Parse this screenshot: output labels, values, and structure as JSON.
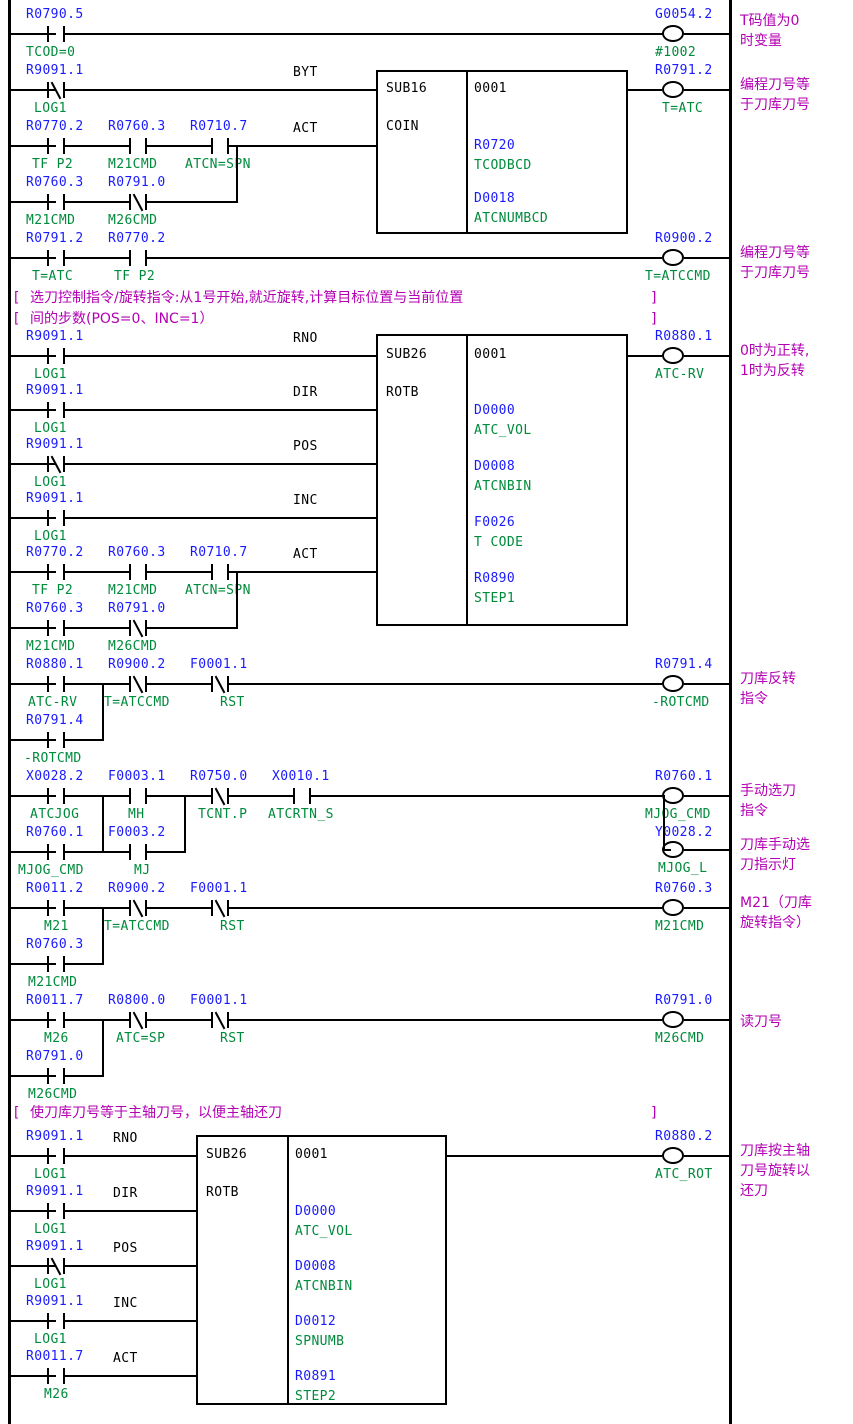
{
  "diagram": {
    "title": "FANUC PMC Ladder - ATC Tool Magazine Control",
    "colors": {
      "address": "#1a1aff",
      "symbol": "#008a3c",
      "comment": "#b300b3",
      "wire": "#000000"
    }
  },
  "inline_comments": [
    {
      "open": "[",
      "text": "选刀控制指令/旋转指令:从1号开始,就近旋转,计算目标位置与当前位置",
      "close": "]"
    },
    {
      "open": "[",
      "text": "间的步数(POS=0、INC=1）",
      "close": "]"
    },
    {
      "open": "[",
      "text": "使刀库刀号等于主轴刀号，以便主轴还刀",
      "close": "]"
    }
  ],
  "right_comments": [
    {
      "lines": [
        "T码值为0",
        "时变量"
      ]
    },
    {
      "lines": [
        "编程刀号等",
        "于刀库刀号"
      ]
    },
    {
      "lines": [
        "编程刀号等",
        "于刀库刀号"
      ]
    },
    {
      "lines": [
        "0时为正转,",
        "1时为反转"
      ]
    },
    {
      "lines": [
        "刀库反转",
        "指令"
      ]
    },
    {
      "lines": [
        "手动选刀",
        "指令"
      ]
    },
    {
      "lines": [
        "刀库手动选",
        "刀指示灯"
      ]
    },
    {
      "lines": [
        "M21（刀库",
        "旋转指令）"
      ]
    },
    {
      "lines": [
        "读刀号"
      ]
    },
    {
      "lines": [
        "刀库按主轴",
        "刀号旋转以",
        "还刀"
      ]
    }
  ],
  "contacts": [
    {
      "addr": "R0790.5",
      "sym": "TCOD=0",
      "type": "no"
    },
    {
      "addr": "R9091.1",
      "sym": "LOG1",
      "type": "nc"
    },
    {
      "addr": "R0770.2",
      "sym": "TF P2",
      "type": "no"
    },
    {
      "addr": "R0760.3",
      "sym": "M21CMD",
      "type": "no"
    },
    {
      "addr": "R0710.7",
      "sym": "ATCN=SPN",
      "type": "no"
    },
    {
      "addr": "R0760.3",
      "sym": "M21CMD",
      "type": "no"
    },
    {
      "addr": "R0791.0",
      "sym": "M26CMD",
      "type": "nc"
    },
    {
      "addr": "R0791.2",
      "sym": "T=ATC",
      "type": "no"
    },
    {
      "addr": "R0770.2",
      "sym": "TF P2",
      "type": "no"
    },
    {
      "addr": "R9091.1",
      "sym": "LOG1",
      "type": "no"
    },
    {
      "addr": "R9091.1",
      "sym": "LOG1",
      "type": "no"
    },
    {
      "addr": "R9091.1",
      "sym": "LOG1",
      "type": "nc"
    },
    {
      "addr": "R9091.1",
      "sym": "LOG1",
      "type": "no"
    },
    {
      "addr": "R0880.1",
      "sym": "ATC-RV",
      "type": "no"
    },
    {
      "addr": "R0900.2",
      "sym": "T=ATCCMD",
      "type": "nc"
    },
    {
      "addr": "F0001.1",
      "sym": "RST",
      "type": "nc"
    },
    {
      "addr": "R0791.4",
      "sym": "-ROTCMD",
      "type": "no"
    },
    {
      "addr": "X0028.2",
      "sym": "ATCJOG",
      "type": "no"
    },
    {
      "addr": "F0003.1",
      "sym": "MH",
      "type": "no"
    },
    {
      "addr": "R0750.0",
      "sym": "TCNT.P",
      "type": "nc"
    },
    {
      "addr": "X0010.1",
      "sym": "ATCRTN_S",
      "type": "no"
    },
    {
      "addr": "R0760.1",
      "sym": "MJOG_CMD",
      "type": "no"
    },
    {
      "addr": "F0003.2",
      "sym": "MJ",
      "type": "no"
    },
    {
      "addr": "R0011.2",
      "sym": "M21",
      "type": "no"
    },
    {
      "addr": "R0900.2",
      "sym": "T=ATCCMD",
      "type": "nc"
    },
    {
      "addr": "F0001.1",
      "sym": "RST",
      "type": "nc"
    },
    {
      "addr": "R0760.3",
      "sym": "M21CMD",
      "type": "no"
    },
    {
      "addr": "R0011.7",
      "sym": "M26",
      "type": "no"
    },
    {
      "addr": "R0800.0",
      "sym": "ATC=SP",
      "type": "nc"
    },
    {
      "addr": "F0001.1",
      "sym": "RST",
      "type": "nc"
    },
    {
      "addr": "R0791.0",
      "sym": "M26CMD",
      "type": "no"
    },
    {
      "addr": "R9091.1",
      "sym": "LOG1",
      "type": "no"
    },
    {
      "addr": "R9091.1",
      "sym": "LOG1",
      "type": "no"
    },
    {
      "addr": "R9091.1",
      "sym": "LOG1",
      "type": "nc"
    },
    {
      "addr": "R9091.1",
      "sym": "LOG1",
      "type": "no"
    },
    {
      "addr": "R0011.7",
      "sym": "M26",
      "type": "no"
    }
  ],
  "coils": [
    {
      "addr": "G0054.2",
      "sym": "#1002"
    },
    {
      "addr": "R0791.2",
      "sym": "T=ATC"
    },
    {
      "addr": "R0900.2",
      "sym": "T=ATCCMD"
    },
    {
      "addr": "R0880.1",
      "sym": "ATC-RV"
    },
    {
      "addr": "R0791.4",
      "sym": "-ROTCMD"
    },
    {
      "addr": "R0760.1",
      "sym": "MJOG_CMD"
    },
    {
      "addr": "Y0028.2",
      "sym": "MJOG_L"
    },
    {
      "addr": "R0760.3",
      "sym": "M21CMD"
    },
    {
      "addr": "R0791.0",
      "sym": "M26CMD"
    },
    {
      "addr": "R0880.2",
      "sym": "ATC_ROT"
    }
  ],
  "function_blocks": [
    {
      "name": "SUB16",
      "mnemonic": "COIN",
      "number": "0001",
      "input_labels": [
        "BYT",
        "ACT"
      ],
      "params": [
        {
          "addr": "R0720",
          "sym": "TCODBCD"
        },
        {
          "addr": "D0018",
          "sym": "ATCNUMBCD"
        }
      ]
    },
    {
      "name": "SUB26",
      "mnemonic": "ROTB",
      "number": "0001",
      "input_labels": [
        "RNO",
        "DIR",
        "POS",
        "INC",
        "ACT"
      ],
      "params": [
        {
          "addr": "D0000",
          "sym": "ATC_VOL"
        },
        {
          "addr": "D0008",
          "sym": "ATCNBIN"
        },
        {
          "addr": "F0026",
          "sym": "T CODE"
        },
        {
          "addr": "R0890",
          "sym": "STEP1"
        }
      ]
    },
    {
      "name": "SUB26",
      "mnemonic": "ROTB",
      "number": "0001",
      "input_labels": [
        "RNO",
        "DIR",
        "POS",
        "INC",
        "ACT"
      ],
      "params": [
        {
          "addr": "D0000",
          "sym": "ATC_VOL"
        },
        {
          "addr": "D0008",
          "sym": "ATCNBIN"
        },
        {
          "addr": "D0012",
          "sym": "SPNUMB"
        },
        {
          "addr": "R0891",
          "sym": "STEP2"
        }
      ]
    }
  ]
}
